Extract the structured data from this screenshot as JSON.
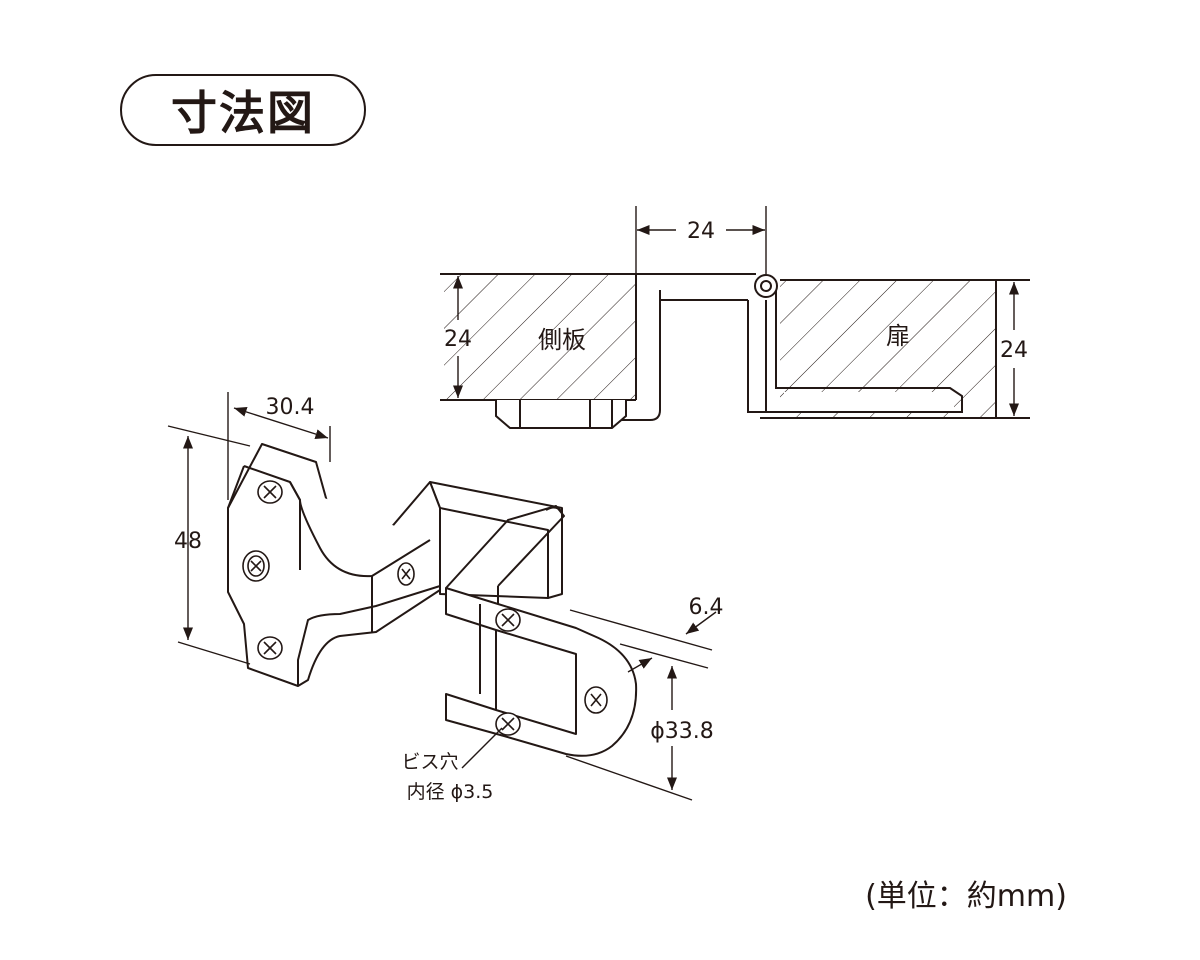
{
  "title": "寸法図",
  "top_view": {
    "width_label": "24",
    "left_thickness_label": "24",
    "right_thickness_label": "24",
    "side_panel_label": "側板",
    "door_label": "扉"
  },
  "perspective": {
    "dim_width": "30.4",
    "dim_height": "48",
    "dim_thickness": "6.4",
    "dim_diameter": "ϕ33.8",
    "screw_note_line1": "ビス穴",
    "screw_note_line2": "内径 ϕ3.5"
  },
  "unit_note": "(単位：約mm)"
}
